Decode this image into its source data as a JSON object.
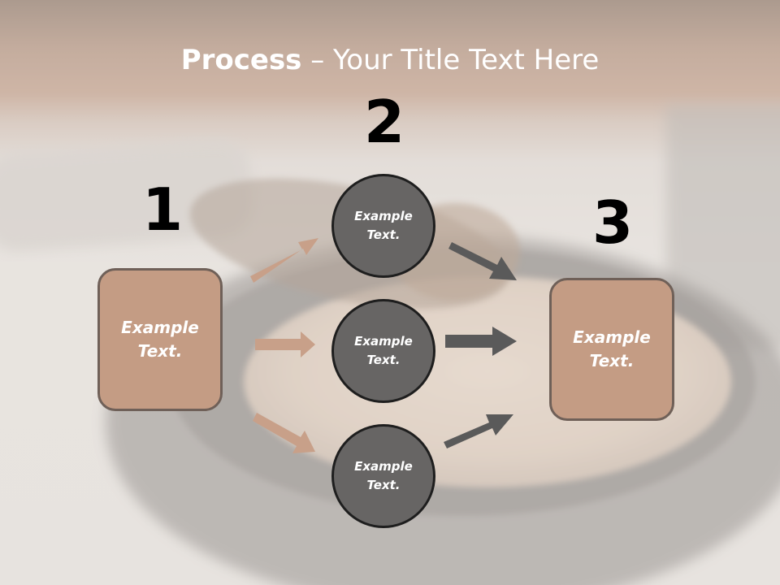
{
  "title": {
    "bold": "Process",
    "rest": " – Your Title Text Here"
  },
  "steps": {
    "num1": "1",
    "num2": "2",
    "num3": "3"
  },
  "boxes": {
    "left": {
      "line1": "Example",
      "line2": "Text."
    },
    "right": {
      "line1": "Example",
      "line2": "Text."
    }
  },
  "circles": [
    {
      "line1": "Example",
      "line2": "Text."
    },
    {
      "line1": "Example",
      "line2": "Text."
    },
    {
      "line1": "Example",
      "line2": "Text."
    }
  ],
  "colors": {
    "box_fill": "#c49c84",
    "box_border": "#6f6058",
    "circle_fill": "#676564",
    "circle_border": "#1e1e1e",
    "arrow_tan": "#c8a089",
    "arrow_gray": "#5a5a5a"
  }
}
